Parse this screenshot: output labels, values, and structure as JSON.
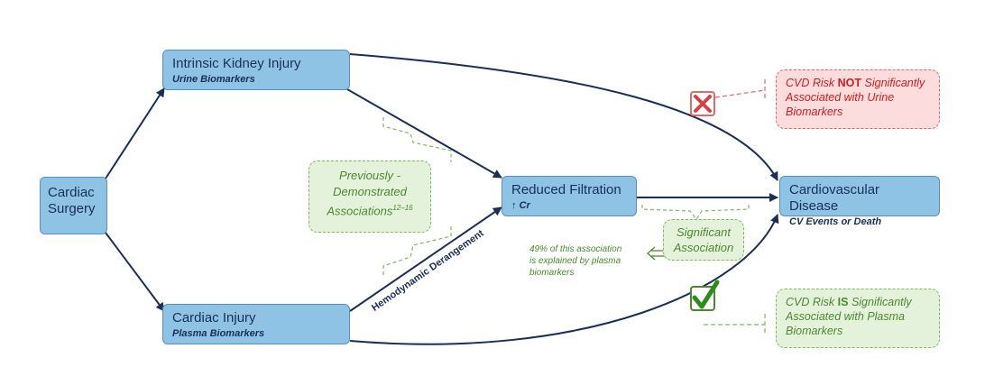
{
  "nodes": {
    "cardiac_surgery": {
      "line1": "Cardiac",
      "line2": "Surgery"
    },
    "kidney_injury": {
      "title": "Intrinsic Kidney Injury",
      "subtitle": "Urine Biomarkers"
    },
    "cardiac_injury": {
      "title": "Cardiac Injury",
      "subtitle": "Plasma Biomarkers"
    },
    "reduced_filtration": {
      "title": "Reduced Filtration",
      "subtitle": "↑ Cr"
    },
    "cvd": {
      "title": "Cardiovascular Disease",
      "subtitle": "CV Events or Death"
    }
  },
  "notes": {
    "urine_result": {
      "pre": "CVD Risk ",
      "bold": "NOT",
      "post": " Significantly Associated with Urine Biomarkers"
    },
    "plasma_result": {
      "pre": "CVD Risk ",
      "bold": "IS",
      "post": " Significantly Associated with Plasma Biomarkers"
    },
    "previous": {
      "line1": "Previously -",
      "line2": "Demonstrated",
      "line3": "Associations",
      "refs": "12–16"
    },
    "significant": {
      "line1": "Significant",
      "line2": "Association"
    },
    "explained": {
      "line1": "49% of this association",
      "line2": "is explained by plasma",
      "line3": "biomarkers"
    }
  },
  "edge_labels": {
    "hemodynamic": "Hemodynamic Derangement"
  },
  "colors": {
    "box_fill": "#8ec3e6",
    "arrow": "#1a2f55",
    "red": "#cc1f1f",
    "green": "#4b8a2c"
  },
  "icons": {
    "fail": "cross-icon",
    "pass": "check-icon"
  }
}
